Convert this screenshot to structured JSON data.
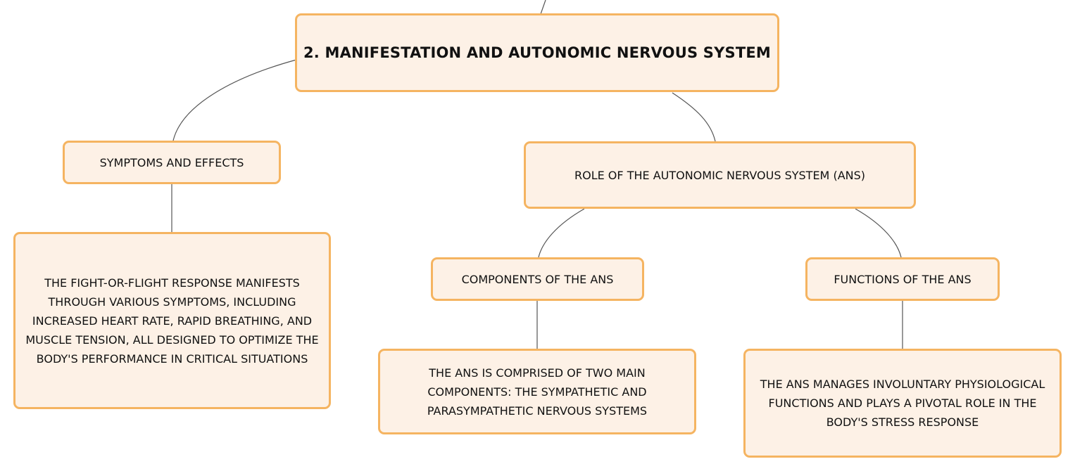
{
  "colors": {
    "node_fill": "#fdf1e6",
    "node_border": "#f5b461",
    "connector": "#555555",
    "text": "#111111"
  },
  "nodes": {
    "root": {
      "label": "2. MANIFESTATION AND AUTONOMIC NERVOUS SYSTEM"
    },
    "symptoms": {
      "label": "SYMPTOMS AND EFFECTS"
    },
    "symptoms_detail": {
      "label": "THE FIGHT-OR-FLIGHT RESPONSE MANIFESTS THROUGH VARIOUS SYMPTOMS, INCLUDING INCREASED HEART RATE, RAPID BREATHING, AND MUSCLE TENSION, ALL DESIGNED TO OPTIMIZE THE BODY'S PERFORMANCE IN CRITICAL SITUATIONS"
    },
    "ans_role": {
      "label": "ROLE OF THE AUTONOMIC NERVOUS SYSTEM (ANS)"
    },
    "components": {
      "label": "COMPONENTS OF THE ANS"
    },
    "components_detail": {
      "label": "THE ANS IS COMPRISED OF TWO MAIN COMPONENTS: THE SYMPATHETIC AND PARASYMPATHETIC NERVOUS SYSTEMS"
    },
    "functions": {
      "label": "FUNCTIONS OF THE ANS"
    },
    "functions_detail": {
      "label": "THE ANS MANAGES INVOLUNTARY PHYSIOLOGICAL FUNCTIONS AND PLAYS A PIVOTAL ROLE IN THE BODY'S STRESS RESPONSE"
    }
  }
}
